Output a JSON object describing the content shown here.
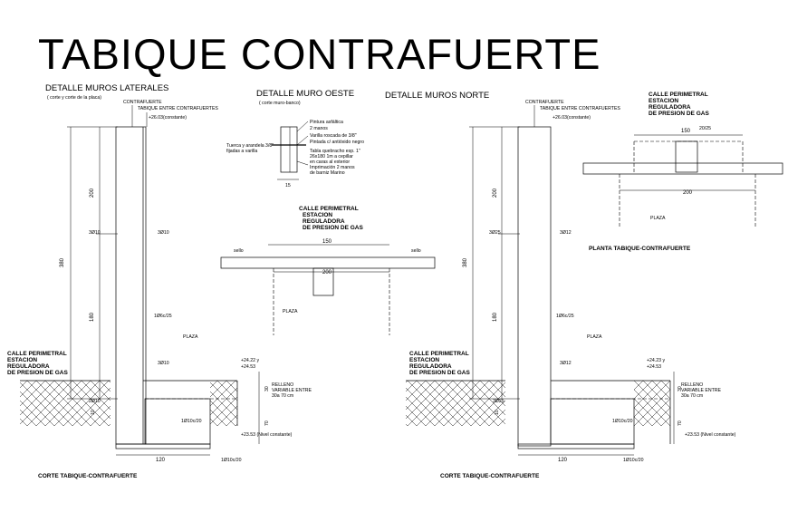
{
  "title": "TABIQUE CONTRAFUERTE",
  "left_section": {
    "header": "DETALLE MUROS LATERALES",
    "subheader": "( corte y corte de la placa)",
    "label_contrafuerte": "CONTRAFUERTE",
    "label_tabique": "TABIQUE ENTRE CONTRAFUERTES",
    "level_top": "+26.03(constante)",
    "dim_200": "200",
    "dim_380": "380",
    "dim_180": "180",
    "rebar_left_top": "3Ø10",
    "rebar_right_top": "3Ø10",
    "stirrup": "1Ø6c/25",
    "rebar_right_low": "3Ø10",
    "plaza": "PLAZA",
    "calle_1": "CALLE PERIMETRAL",
    "calle_2": "ESTACION",
    "calle_3": "REGULADORA",
    "calle_4": "DE PRESION DE GAS",
    "level_a": "+24.22 y",
    "level_b": "+24.53",
    "relleno_1": "RELLENO",
    "relleno_2": "VARIABLE ENTRE",
    "relleno_3": "30a 70 cm",
    "dim_30": "30",
    "dim_70": "70",
    "footing_rebar": "1Ø10c/20",
    "footing_rebar_2": "1Ø10c/20",
    "footing_left": "2Ø10",
    "dim_10": "10",
    "level_bottom": "+23.53 (Nivel constante)",
    "dim_120": "120",
    "caption": "CORTE TABIQUE-CONTRAFUERTE"
  },
  "middle_section": {
    "header": "DETALLE MURO OESTE",
    "subheader": "( corte muro-banco)",
    "note_1": "Pintura asfáltica",
    "note_2": "2 manos",
    "note_3": "Varilla roscada de 3/8\"",
    "note_4": "Pintada c/ antióxido negro",
    "note_5": "Tabla quebracho esp. 1\"",
    "note_6": "26x180 1m a cepillar",
    "note_7": "en caras al exterior",
    "note_8": "Imprimación 2 manos",
    "note_9": "de barniz Marino",
    "left_note_1": "Tuerca y arandela 3/8\"",
    "left_note_2": "fijadas a varilla",
    "dim_15": "15",
    "calle_1": "CALLE PERIMETRAL",
    "calle_2": "ESTACION",
    "calle_3": "REGULADORA",
    "calle_4": "DE PRESION DE GAS",
    "dim_150": "150",
    "dim_200": "200",
    "plaza": "PLAZA",
    "small_left": "sello",
    "small_right": "sello"
  },
  "right_section": {
    "header": "DETALLE MUROS NORTE",
    "label_contrafuerte": "CONTRAFUERTE",
    "label_tabique": "TABIQUE ENTRE CONTRAFUERTES",
    "level_top": "+26.03(constante)",
    "dim_200": "200",
    "dim_380": "380",
    "dim_180": "180",
    "rebar_left_top": "3Ø25",
    "rebar_right_top": "3Ø12",
    "stirrup": "1Ø6c/25",
    "rebar_right_low": "3Ø12",
    "plaza": "PLAZA",
    "calle_1": "CALLE PERIMETRAL",
    "calle_2": "ESTACION",
    "calle_3": "REGULADORA",
    "calle_4": "DE PRESION DE GAS",
    "level_a": "+24.23 y",
    "level_b": "+24.53",
    "relleno_1": "RELLENO",
    "relleno_2": "VARIABLE ENTRE",
    "relleno_3": "30a 70 cm",
    "dim_30": "30",
    "dim_70": "70",
    "footing_rebar": "1Ø10c/20",
    "footing_rebar_2": "1Ø10c/20",
    "footing_left": "3Ø25",
    "dim_10": "10",
    "level_bottom": "+23.53 (Nivel constante)",
    "dim_120": "120",
    "caption": "CORTE TABIQUE-CONTRAFUERTE"
  },
  "plan_section": {
    "calle_1": "CALLE PERIMETRAL",
    "calle_2": "ESTACION",
    "calle_3": "REGULADORA",
    "calle_4": "DE PRESION DE GAS",
    "dim_150": "150",
    "dim_200": "200",
    "dim_small": "20/25",
    "plaza": "PLAZA",
    "caption": "PLANTA TABIQUE-CONTRAFUERTE"
  }
}
